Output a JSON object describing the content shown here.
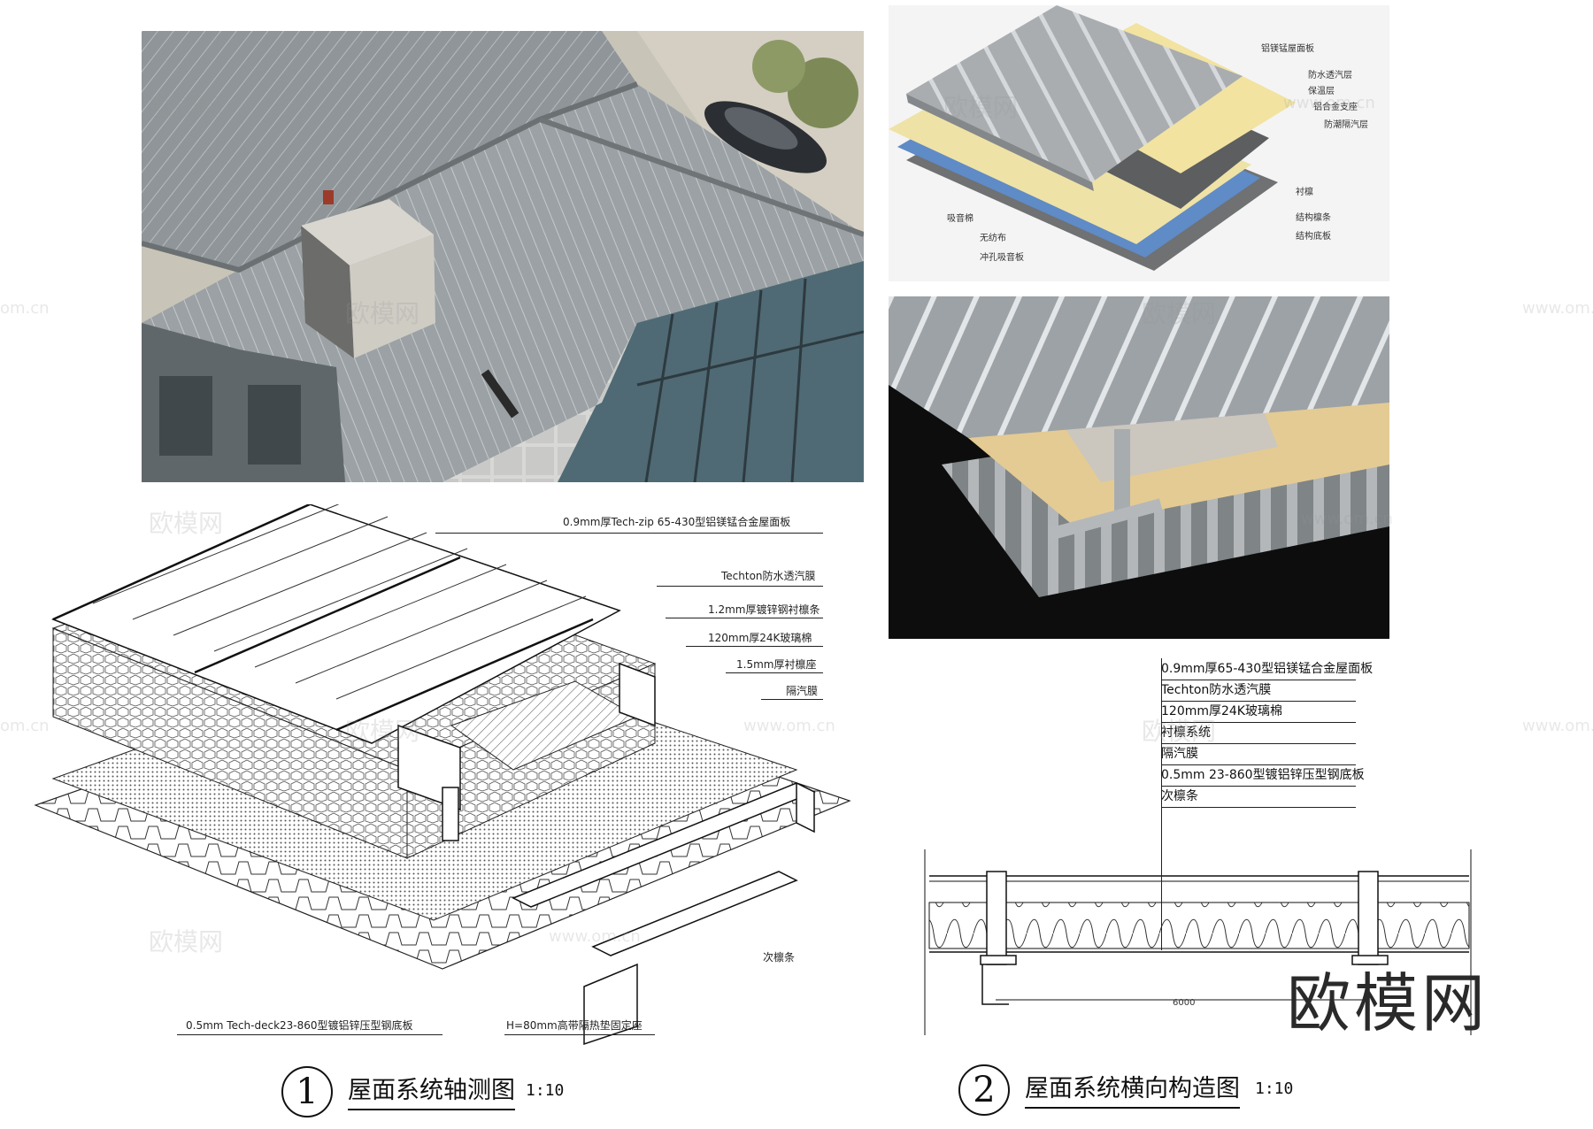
{
  "photo_panels": {
    "photo_roof": {
      "label": "roof-photo"
    },
    "diagram_layers": {
      "callouts": [
        "铝镁锰屋面板",
        "防水透汽层",
        "保温层",
        "铝合金支座",
        "防潮隔汽层",
        "衬檩",
        "结构檩条",
        "结构底板"
      ],
      "left_callouts": [
        "吸音棉",
        "无纺布",
        "冲孔吸音板"
      ]
    },
    "render_3d": {
      "label": "roof-section-render"
    }
  },
  "axonometric": {
    "callouts_right": [
      "0.9mm厚Tech-zip 65-430型铝镁锰合金屋面板",
      "Techton防水透汽膜",
      "1.2mm厚镀锌钢衬檩条",
      "120mm厚24K玻璃棉",
      "1.5mm厚衬檩座",
      "隔汽膜",
      "次檩条"
    ],
    "callout_bottom_left": "0.5mm  Tech-deck23-860型镀铝锌压型钢底板",
    "callout_bottom_right": "H=80mm高带隔热垫固定座",
    "title": {
      "number": "1",
      "text": "屋面系统轴测图",
      "scale": "1:10"
    }
  },
  "section": {
    "callouts": [
      "0.9mm厚65-430型铝镁锰合金屋面板",
      "Techton防水透汽膜",
      "120mm厚24K玻璃棉",
      "衬檩系统",
      "隔汽膜",
      "0.5mm  23-860型镀铝锌压型钢底板",
      "次檩条"
    ],
    "dimension": "6000",
    "title": {
      "number": "2",
      "text": "屋面系统横向构造图",
      "scale": "1:10"
    }
  },
  "watermarks": {
    "brand_cn": "欧模网",
    "url": "www.om.cn",
    "url_short": "om.cn"
  },
  "colors": {
    "roof_gray": "#8e9497",
    "insulation_yellow": "#efe2a6",
    "render_bg": "#0d0d0d",
    "glass_blue": "#4f6a74"
  }
}
